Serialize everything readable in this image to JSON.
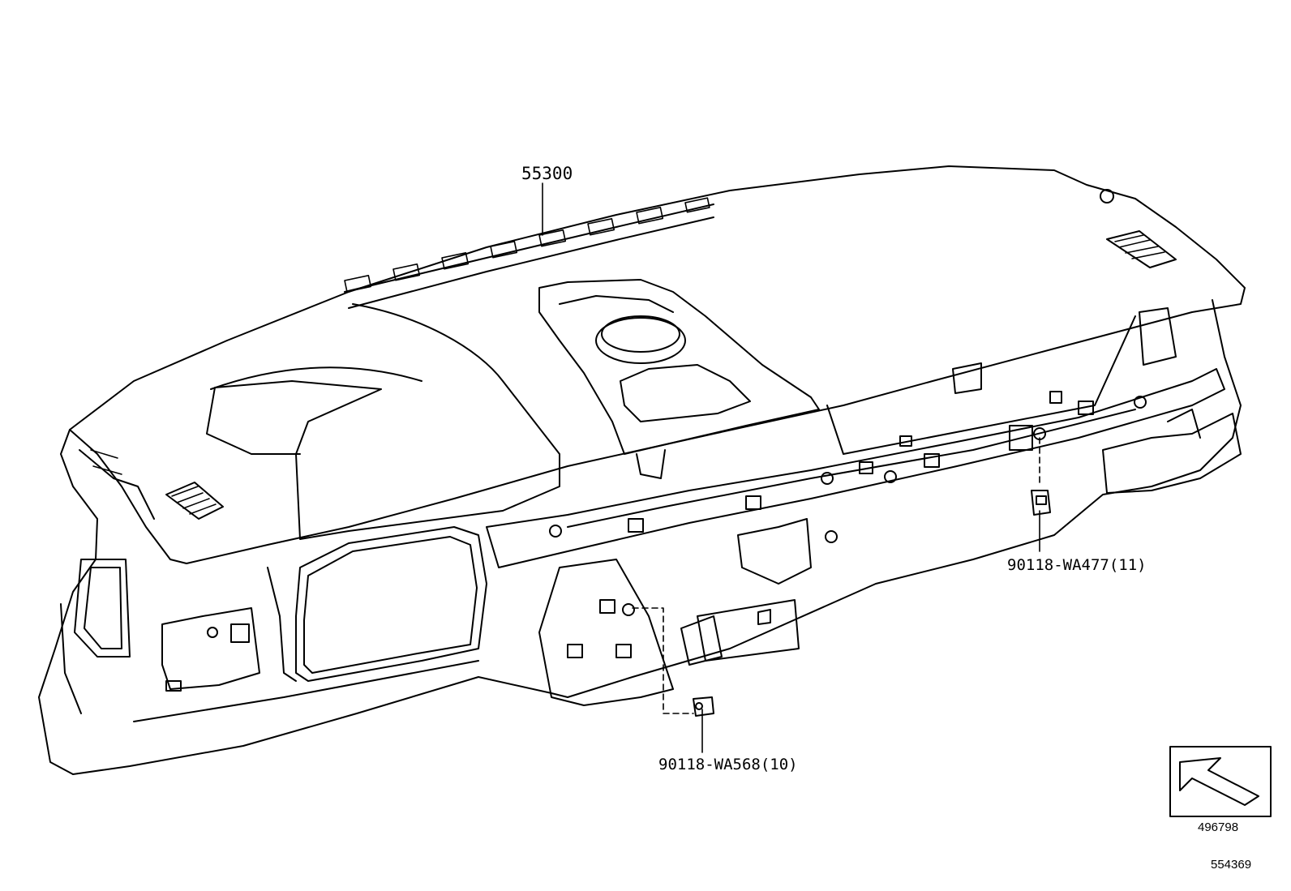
{
  "parts": {
    "main_assembly": "55300",
    "clip_upper": "90118-WA477(11)",
    "clip_lower": "90118-WA568(10)"
  },
  "reference_numbers": {
    "view_ref": "496798",
    "illustration_ref": "554369"
  },
  "icons": {
    "front_arrow": "front-direction-arrow-icon"
  },
  "colors": {
    "line": "#000000",
    "background": "#ffffff"
  }
}
